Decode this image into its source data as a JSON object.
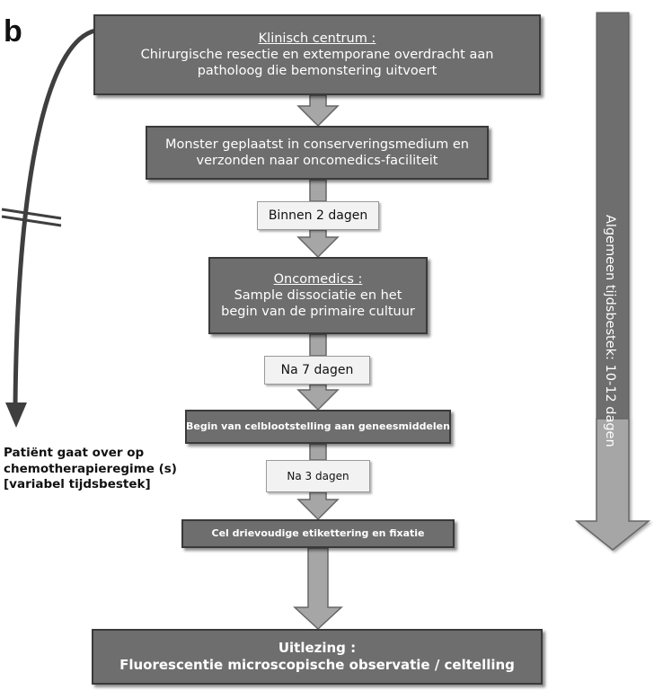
{
  "panel_letter": "b",
  "boxes": {
    "clinical": {
      "title": "Klinisch centrum :",
      "line1": "Chirurgische resectie en extemporane overdracht aan",
      "line2": "patholoog die bemonstering uitvoert"
    },
    "sample": {
      "line1": "Monster geplaatst in conserveringsmedium en",
      "line2": "verzonden naar oncomedics-faciliteit"
    },
    "oncomedics": {
      "title": "Oncomedics :",
      "line1": "Sample dissociatie en het",
      "line2": "begin van de primaire cultuur"
    },
    "exposure": {
      "line1": "Begin van celblootstelling aan geneesmiddelen"
    },
    "labeling": {
      "line1": "Cel drievoudige etikettering en fixatie"
    },
    "readout": {
      "title": "Uitlezing :",
      "line1": "Fluorescentie microscopische observatie / celtelling"
    }
  },
  "time_labels": {
    "t1": "Binnen 2 dagen",
    "t2": "Na 7 dagen",
    "t3": "Na 3 dagen"
  },
  "timeline_label": "Algemeen tijdsbestek: 10-12 dagen",
  "patient_note": {
    "line1": "Patiënt gaat over op",
    "line2": "chemotherapieregime (s)",
    "line3": "[variabel tijdsbestek]"
  },
  "colors": {
    "box_fill": "#6e6e6e",
    "arrow_fill": "#a6a6a6",
    "label_fill": "#f2f2f2",
    "curve": "#3f3f3f"
  }
}
